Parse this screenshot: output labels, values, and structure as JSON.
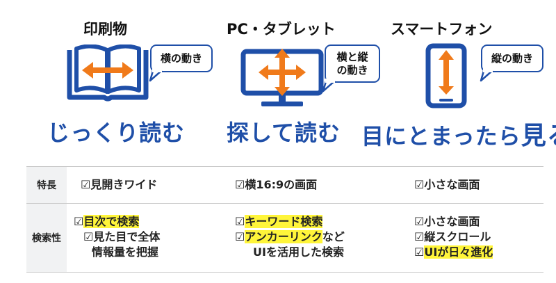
{
  "columns": [
    {
      "title": "印刷物",
      "bubble": "横の動き",
      "tagline": "じっくり読む"
    },
    {
      "title": "PC・タブレット",
      "bubble": "横と縦\nの動き",
      "tagline": "探して読む"
    },
    {
      "title": "スマートフォン",
      "bubble": "縦の動き",
      "tagline_main": "目にとまったら",
      "tagline_end": "見る"
    }
  ],
  "table": {
    "rows": [
      {
        "header": "特長",
        "cells": [
          [
            "☑見開きワイド"
          ],
          [
            "☑横16:9の画面"
          ],
          [
            "☑小さな画面"
          ]
        ]
      },
      {
        "header": "検索性",
        "cells": [
          [
            "☑",
            "目次で検索",
            "☑見た目で全体",
            "情報量を把握"
          ],
          [
            "☑",
            "キーワード検索",
            "☑",
            "アンカーリンク",
            "など",
            "UIを活用した検索"
          ],
          [
            "☑小さな画面",
            "☑縦スクロール",
            "☑",
            "UIが日々進化"
          ]
        ]
      }
    ]
  },
  "colors": {
    "accent_blue": "#1f4fa8",
    "arrow_orange": "#f07a1a",
    "highlight_yellow": "#fff53a"
  },
  "icons": [
    "open-book-icon",
    "monitor-icon",
    "smartphone-icon",
    "horizontal-arrow-icon",
    "four-way-arrow-icon",
    "vertical-arrow-icon"
  ]
}
